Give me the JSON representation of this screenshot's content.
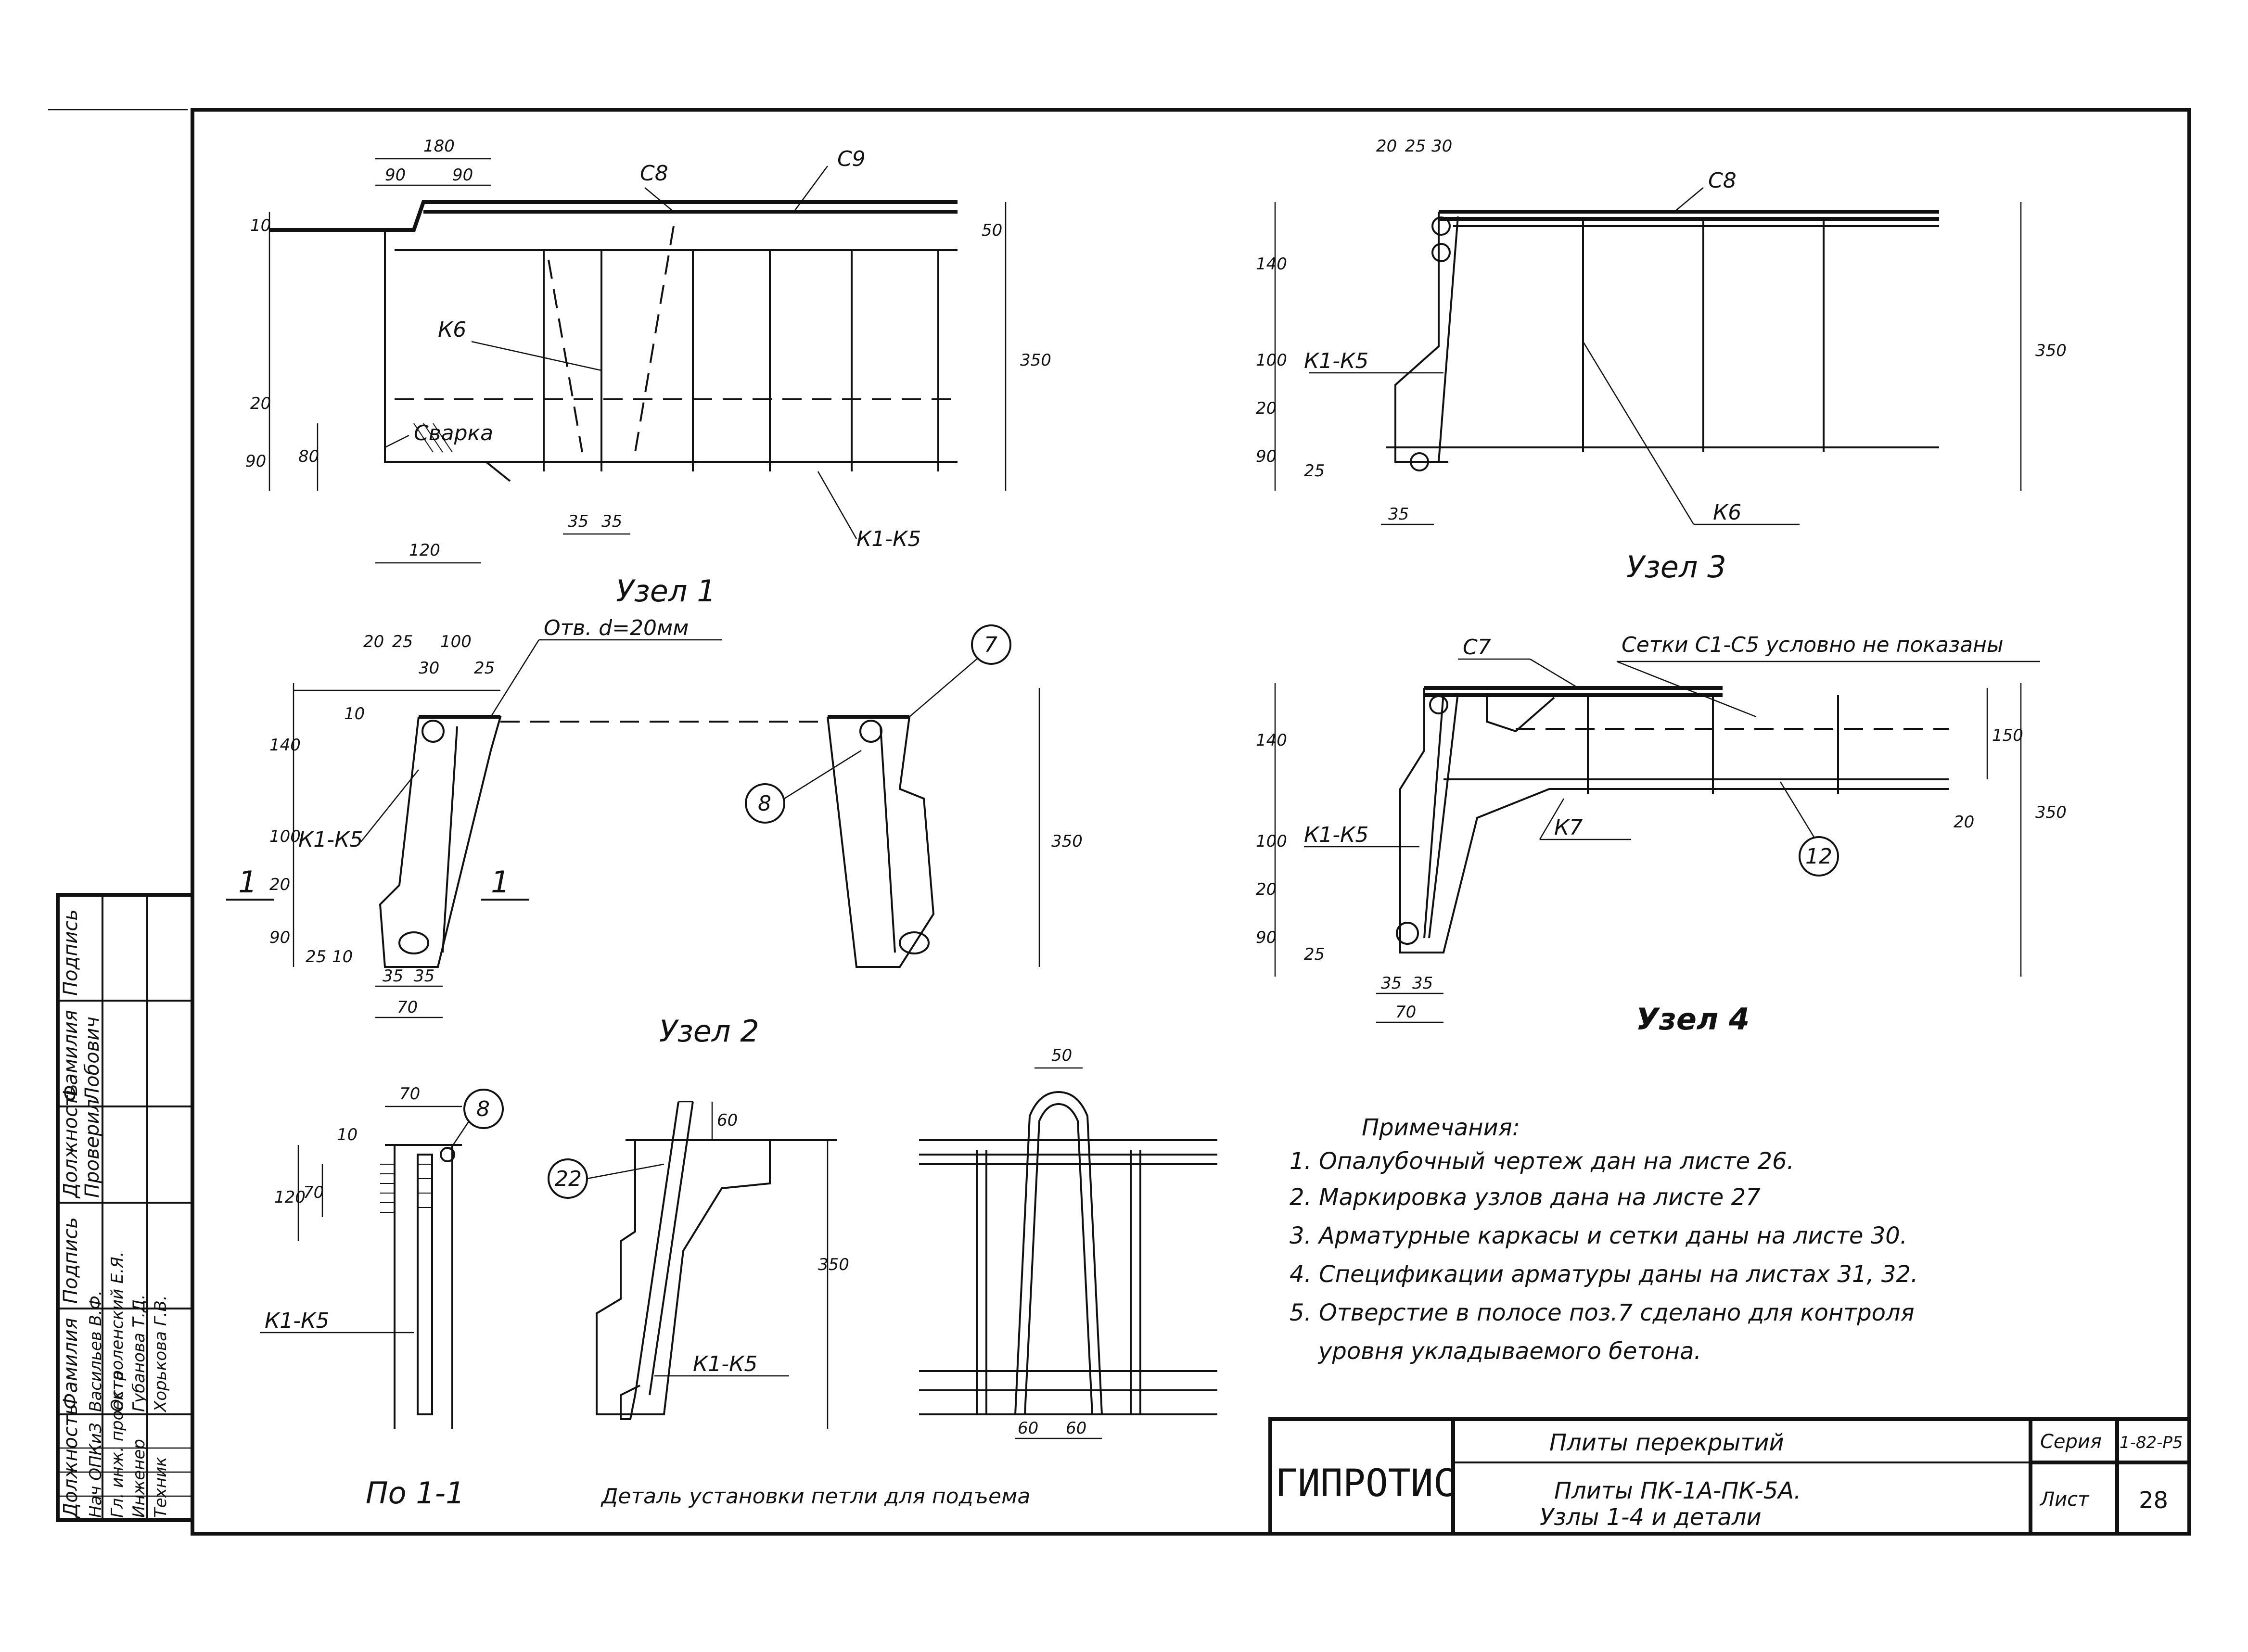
{
  "node1": {
    "title": "Узел 1",
    "dims": [
      "180",
      "90",
      "90",
      "10",
      "50",
      "350",
      "20",
      "90",
      "80",
      "35",
      "35",
      "120"
    ],
    "labels": [
      "С8",
      "С9",
      "К6",
      "Сварка",
      "К1-К5"
    ]
  },
  "node2": {
    "title": "Узел 2",
    "dims": [
      "20",
      "25",
      "100",
      "30",
      "25",
      "10",
      "140",
      "100",
      "20",
      "90",
      "25",
      "10",
      "35",
      "35",
      "70",
      "350"
    ],
    "labels": [
      "Отв. d=20мм",
      "К1-К5",
      "7",
      "8"
    ],
    "section_mark": "1"
  },
  "node3": {
    "title": "Узел 3",
    "dims": [
      "20",
      "25",
      "30",
      "140",
      "100",
      "20",
      "90",
      "25",
      "35",
      "350"
    ],
    "labels": [
      "С8",
      "К1-К5",
      "К6"
    ]
  },
  "node4": {
    "title": "Узел 4",
    "dims": [
      "140",
      "100",
      "20",
      "90",
      "25",
      "35",
      "35",
      "70",
      "150",
      "20",
      "350"
    ],
    "labels": [
      "С7",
      "Сетки С1-С5 условно не показаны",
      "К1-К5",
      "К7",
      "12"
    ]
  },
  "section11": {
    "title": "По 1-1",
    "dims": [
      "70",
      "10",
      "120",
      "70"
    ],
    "labels": [
      "8",
      "К1-К5"
    ]
  },
  "loop_detail": {
    "title": "Деталь установки петли для подъема",
    "dims": [
      "60",
      "350",
      "50",
      "60",
      "60"
    ],
    "labels": [
      "22",
      "К1-К5"
    ]
  },
  "notes": {
    "heading": "Примечания:",
    "items": [
      "1. Опалубочный чертеж дан на листе 26.",
      "2. Маркировка узлов дана на листе 27",
      "3. Арматурные каркасы и сетки даны на листе 30.",
      "4. Спецификации арматуры даны на листах 31, 32.",
      "5. Отверстие в полосе поз.7 сделано для контроля",
      "уровня укладываемого бетона."
    ]
  },
  "title_block": {
    "org": "ГИПРОТИС",
    "title": "Плиты перекрытий",
    "subtitle1": "Плиты ПК-1А-ПК-5А.",
    "subtitle2": "Узлы 1-4 и детали",
    "series_label": "Серия",
    "series_value": "1-82-Р5",
    "sheet_label": "Лист",
    "sheet_value": "28"
  },
  "signature_block": {
    "headers": [
      "Должность",
      "Фамилия",
      "Подпись"
    ],
    "rows": [
      {
        "role": "Нач ОПКиЗ",
        "name": "Васильев В.Ф."
      },
      {
        "role": "Гл. инж. проекта",
        "name": "Остроленский Е.Я."
      },
      {
        "role": "Инженер",
        "name": "Губанова Т.Д."
      },
      {
        "role": "Техник",
        "name": "Хорькова Г.В."
      }
    ],
    "top_role": "Проверил",
    "top_name": "Лобович"
  }
}
